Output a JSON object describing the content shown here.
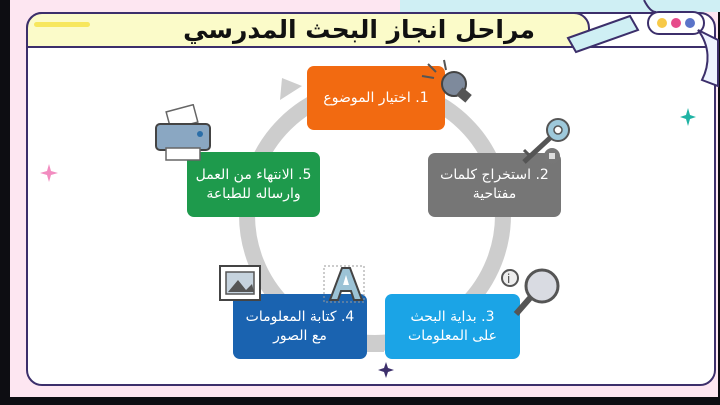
{
  "title": "مراحل انجاز البحث المدرسي",
  "steps": [
    {
      "label": "1. اختيار الموضوع"
    },
    {
      "label": "2. استخراج كلمات\nمفتاحية"
    },
    {
      "label": "3. بداية البحث\nعلى المعلومات"
    },
    {
      "label": "4. كتابة المعلومات\nمع الصور"
    },
    {
      "label": "5. الانتهاء من العمل\nوارساله للطباعة"
    }
  ],
  "icons": [
    "lightbulb-icon",
    "key-icon",
    "magnifier-icon",
    "image-icon",
    "letter-a-icon",
    "printer-icon"
  ],
  "colors": {
    "step1": "#f26a11",
    "step2": "#767676",
    "step3": "#1ba4e6",
    "step4": "#1a63b0",
    "step5": "#1e9a4c",
    "ring": "#cdcdcd"
  }
}
